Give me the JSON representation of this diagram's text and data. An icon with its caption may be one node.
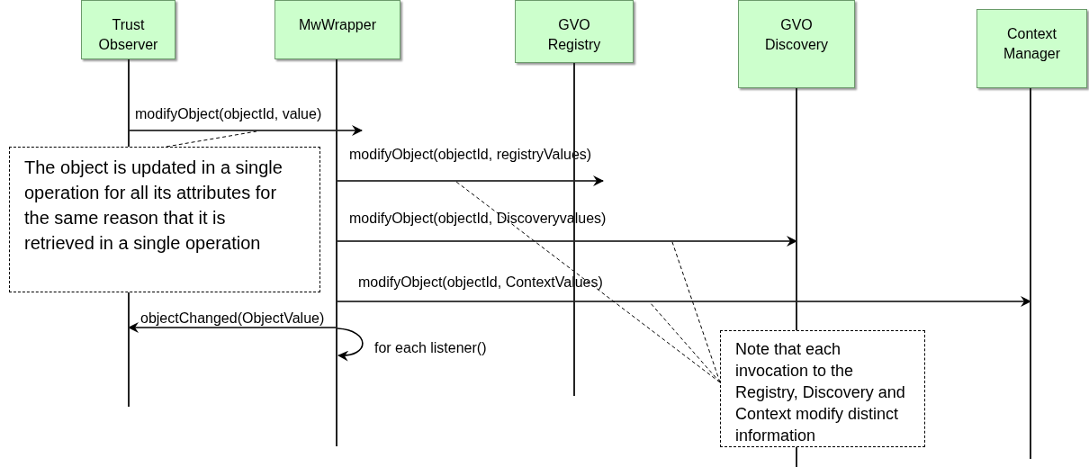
{
  "diagram": {
    "nodes": [
      {
        "text": [
          "Trust Observer"
        ]
      },
      {
        "text": [
          "MwWrapper"
        ]
      },
      {
        "text": [
          "GVO Registry"
        ]
      },
      {
        "text": [
          "GVO Discovery"
        ]
      },
      {
        "text": [
          "Context Manager"
        ]
      },
      {
        "text": [],
        "shape": "line"
      },
      {
        "text": [],
        "shape": "line"
      },
      {
        "text": [],
        "shape": "line"
      },
      {
        "text": [],
        "shape": "line"
      },
      {
        "text": [],
        "shape": "line"
      },
      {
        "text": [
          "The object is updated in a single operation for all its attributes for the same reason that it is retrieved in a single operation"
        ]
      },
      {
        "text": [
          "Note that each invocation to the Registry, Discovery and Context modify distinct information"
        ]
      }
    ],
    "edges": [
      {
        "from": 5,
        "to": 6,
        "arrow": "to",
        "label": "modifyObject(objectId, value)"
      },
      {
        "from": 6,
        "to": 7,
        "arrow": "to",
        "label": "modifyObject(objectId, registryValues)"
      },
      {
        "from": 6,
        "to": 8,
        "arrow": "to",
        "label": "modifyObject(objectId, Discoveryvalues)"
      },
      {
        "from": 6,
        "to": 9,
        "arrow": "to",
        "label": "modifyObject(objectId, ContextValues)"
      },
      {
        "from": 6,
        "to": 5,
        "arrow": "to",
        "label": "objectChanged(ObjectValue)"
      },
      {
        "from": 6,
        "to": 6,
        "arrow": "to",
        "label": "for each listener()"
      },
      {
        "from": 10,
        "to": null,
        "arrow": "none",
        "style": "dashed"
      },
      {
        "from": 11,
        "to": null,
        "arrow": "none",
        "style": "dashed"
      },
      {
        "from": 11,
        "to": null,
        "arrow": "none",
        "style": "dashed"
      },
      {
        "from": 11,
        "to": null,
        "arrow": "none",
        "style": "dashed"
      }
    ]
  }
}
